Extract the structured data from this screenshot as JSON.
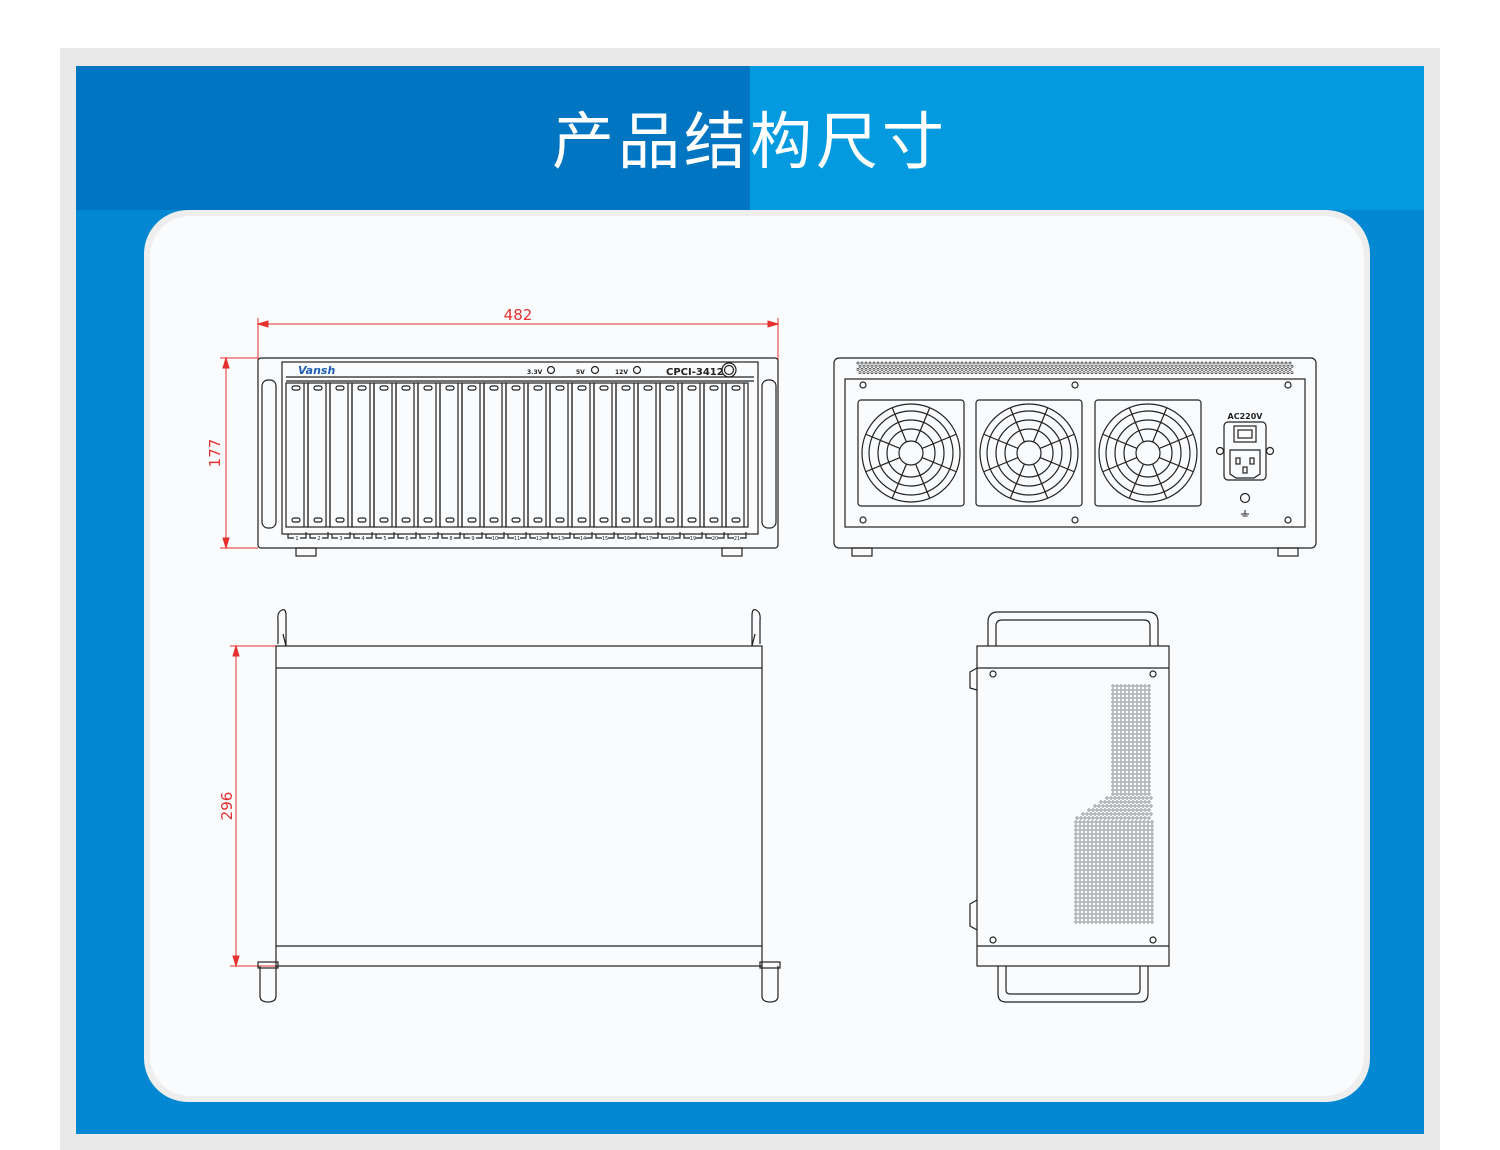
{
  "title": "产品结构尺寸",
  "dimensions": {
    "width": "482",
    "height": "177",
    "depth": "296"
  },
  "front_panel": {
    "brand": "Vansh",
    "led_labels": [
      "3.3V",
      "5V",
      "12V"
    ],
    "model": "CPCI-3412",
    "slot_numbers": [
      "1",
      "2",
      "3",
      "4",
      "5",
      "6",
      "7",
      "8",
      "9",
      "10",
      "11",
      "12",
      "13",
      "14",
      "15",
      "16",
      "17",
      "18",
      "19",
      "20",
      "21"
    ]
  },
  "rear_panel": {
    "power_label": "AC220V"
  },
  "colors": {
    "banner_dark": "#0075c2",
    "banner_light": "#049ae0",
    "banner_body": "#0287d2",
    "dimension_red": "#e63030",
    "line": "#222222"
  }
}
